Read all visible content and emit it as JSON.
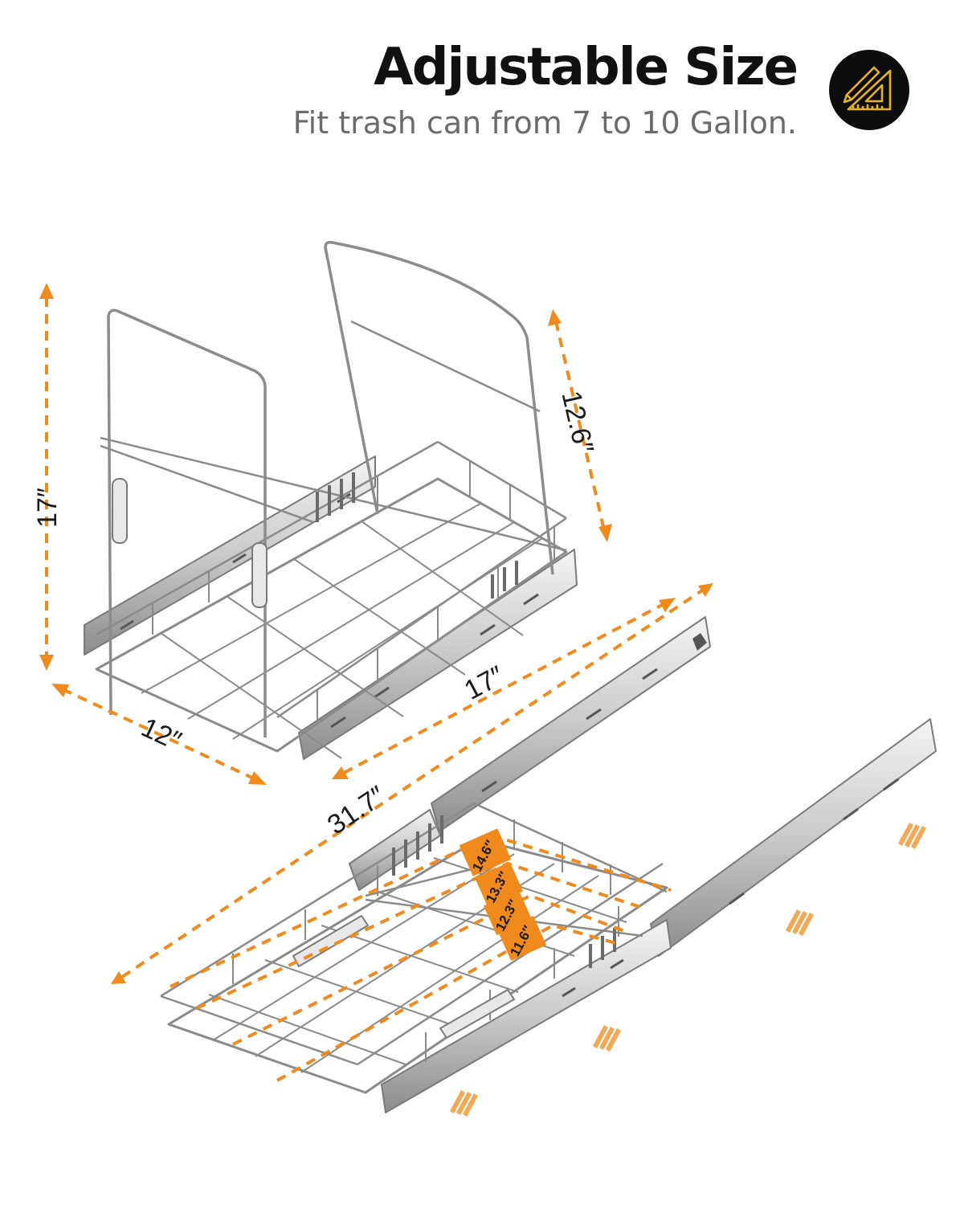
{
  "header": {
    "title": "Adjustable Size",
    "subtitle": "Fit trash can from 7 to 10 Gallon.",
    "icon": "ruler-triangle-icon"
  },
  "colors": {
    "accent": "#F08A1C",
    "metal": "#9a9a9a",
    "metal_dark": "#6f6f6f",
    "badge_bg": "#0d0d0d",
    "badge_icon": "#E6B422"
  },
  "dimensions": {
    "closed_height": "17″",
    "divider_height": "12.6″",
    "closed_depth": "17″",
    "width": "12″",
    "extended_length": "31.7″",
    "bin_widths": [
      "14.6″",
      "13.3″",
      "12.3″",
      "11.6″"
    ]
  }
}
